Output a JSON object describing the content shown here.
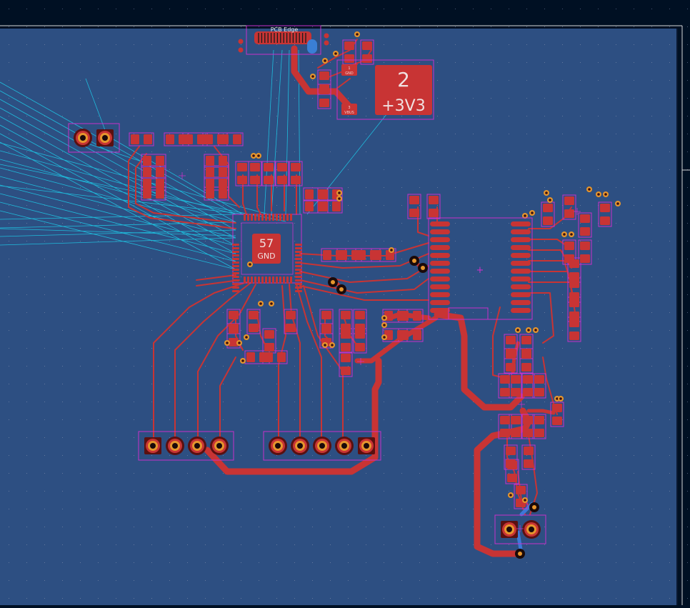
{
  "editor": {
    "title": "KiCad PCB Editor canvas",
    "board_edge_label": "PCB Edge"
  },
  "colors": {
    "background": "#001023",
    "board": "#2d4f82",
    "copper": "#c83434",
    "courtyard": "#c832c8",
    "ratsnest": "#1ec8e6",
    "pad_ring": "#e6962d",
    "hole": "#000000",
    "grid": "#7a8aa8"
  },
  "big_pads": [
    {
      "name": "3v3-pad",
      "number": "2",
      "net": "+3V3"
    },
    {
      "name": "gnd-pad",
      "number": "57",
      "net": "GND"
    }
  ],
  "small_pad_labels": {
    "ldo_gnd": "GND",
    "ldo_vbus": "VBUS",
    "ldo_pin1": "1",
    "ldo_pin3": "3"
  }
}
